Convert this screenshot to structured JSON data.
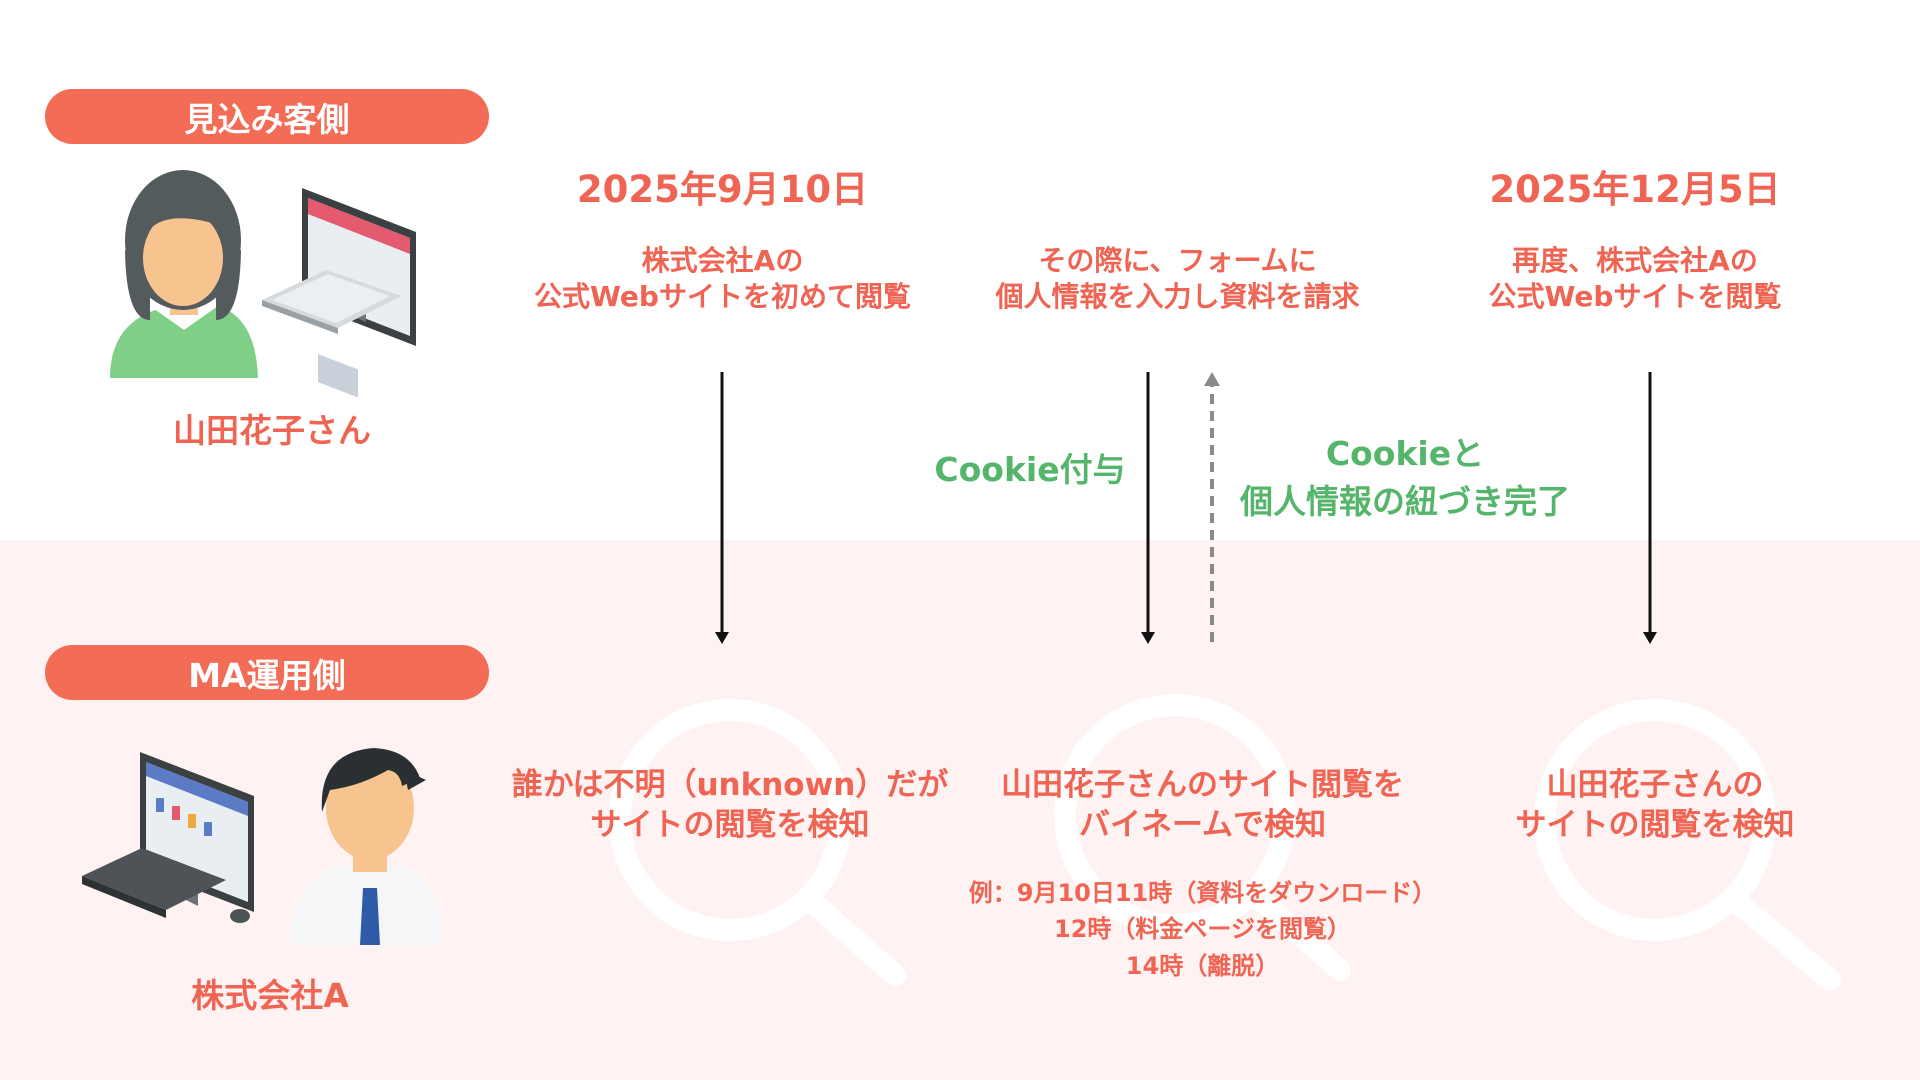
{
  "sections": {
    "prospect_label": "見込み客側",
    "ma_label": "MA運用側"
  },
  "prospect": {
    "name": "山田花子さん"
  },
  "company": {
    "name": "株式会社A"
  },
  "columns": [
    {
      "date": "2025年9月10日",
      "action": [
        "株式会社Aの",
        "公式Webサイトを初めて閲覧"
      ],
      "result": [
        "誰かは不明（unknown）だが",
        "サイトの閲覧を検知"
      ]
    },
    {
      "date": "",
      "action": [
        "その際に、フォームに",
        "個人情報を入力し資料を請求"
      ],
      "result": [
        "山田花子さんのサイト閲覧を",
        "バイネームで検知"
      ],
      "example": [
        "例：9月10日11時（資料をダウンロード）",
        "12時（料金ページを閲覧）",
        "14時（離脱）"
      ]
    },
    {
      "date": "2025年12月5日",
      "action": [
        "再度、株式会社Aの",
        "公式Webサイトを閲覧"
      ],
      "result": [
        "山田花子さんの",
        "サイトの閲覧を検知"
      ]
    }
  ],
  "labels": {
    "cookie_grant": "Cookie付与",
    "cookie_link": [
      "Cookieと",
      "個人情報の紐づき完了"
    ]
  },
  "colors": {
    "accent": "#f26c56",
    "accent_text": "#ef6452",
    "green": "#55b56a",
    "band": "#fef3f2"
  },
  "icons": [
    "woman-avatar-icon",
    "desktop-computer-icon",
    "businessman-avatar-icon",
    "magnifier-icon"
  ]
}
